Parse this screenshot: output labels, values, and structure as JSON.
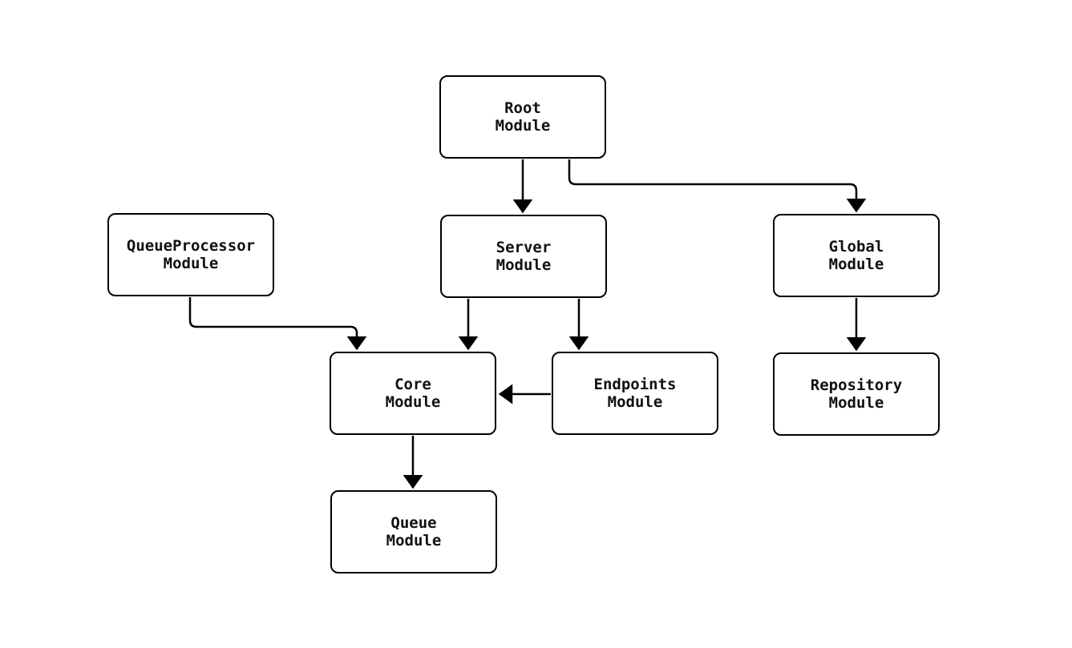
{
  "diagram": {
    "type": "module-dependency-diagram",
    "background_color": "#ffffff",
    "node_border_color": "#000000",
    "node_fill_color": "#ffffff",
    "edge_color": "#000000",
    "text_color": "#111111",
    "nodes": {
      "root": {
        "label": "Root\nModule"
      },
      "queue_processor": {
        "label": "QueueProcessor\nModule"
      },
      "server": {
        "label": "Server\nModule"
      },
      "global": {
        "label": "Global\nModule"
      },
      "core": {
        "label": "Core\nModule"
      },
      "endpoints": {
        "label": "Endpoints\nModule"
      },
      "repository": {
        "label": "Repository\nModule"
      },
      "queue": {
        "label": "Queue\nModule"
      }
    },
    "edges": [
      {
        "from": "root",
        "to": "server"
      },
      {
        "from": "root",
        "to": "global"
      },
      {
        "from": "queue_processor",
        "to": "core"
      },
      {
        "from": "server",
        "to": "core"
      },
      {
        "from": "server",
        "to": "endpoints"
      },
      {
        "from": "endpoints",
        "to": "core"
      },
      {
        "from": "global",
        "to": "repository"
      },
      {
        "from": "core",
        "to": "queue"
      }
    ]
  }
}
